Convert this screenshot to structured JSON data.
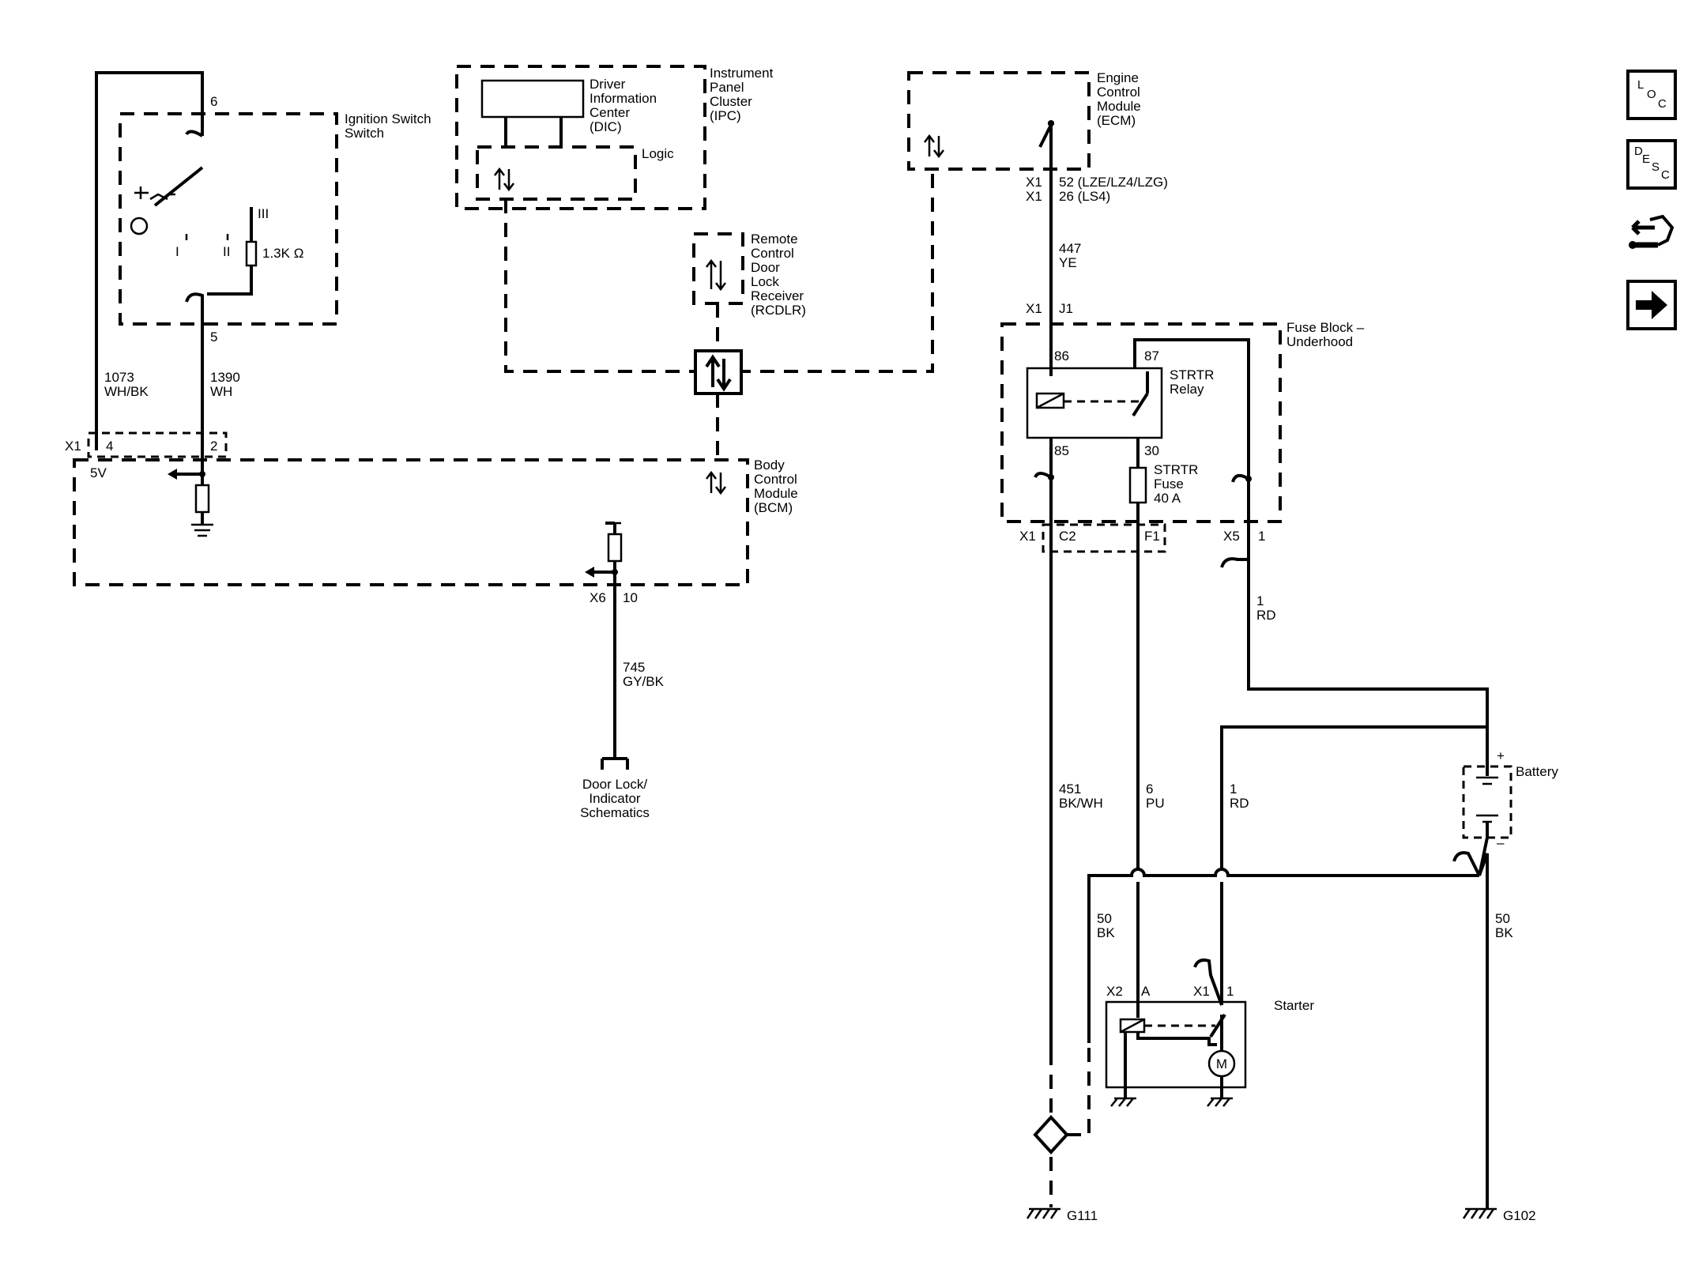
{
  "components": {
    "ignition_switch": {
      "name": "Ignition Switch",
      "pin_top": "6",
      "pin_bottom": "5",
      "pos_1": "I",
      "pos_2": "II",
      "pos_3": "III",
      "resistor": "1.3K Ω"
    },
    "ipc": {
      "l1": "Instrument",
      "l2": "Panel",
      "l3": "Cluster",
      "l4": "(IPC)",
      "dic1": "Driver",
      "dic2": "Information",
      "dic3": "Center",
      "dic4": "(DIC)",
      "logic": "Logic"
    },
    "rcdlr": {
      "l1": "Remote",
      "l2": "Control",
      "l3": "Door",
      "l4": "Lock",
      "l5": "Receiver",
      "l6": "(RCDLR)"
    },
    "ecm": {
      "l1": "Engine",
      "l2": "Control",
      "l3": "Module",
      "l4": "(ECM)"
    },
    "bcm": {
      "l1": "Body",
      "l2": "Control",
      "l3": "Module",
      "l4": "(BCM)",
      "v5": "5V"
    },
    "fuse_block": {
      "l1": "Fuse Block –",
      "l2": "Underhood",
      "relay1": "STRTR",
      "relay2": "Relay",
      "p86": "86",
      "p87": "87",
      "p85": "85",
      "p30": "30",
      "fuse1": "STRTR",
      "fuse2": "Fuse",
      "fuse3": "40 A"
    },
    "battery": {
      "name": "Battery",
      "plus": "+",
      "minus": "–"
    },
    "starter": {
      "name": "Starter",
      "motor": "M"
    },
    "door_lock_ref": {
      "l1": "Door Lock/",
      "l2": "Indicator",
      "l3": "Schematics"
    }
  },
  "connectors": {
    "ecm_x1a": "X1",
    "ecm_pin_a": "52 (LZE/LZ4/LZG)",
    "ecm_x1b": "X1",
    "ecm_pin_b": "26 (LS4)",
    "fb_x1": "X1",
    "fb_j1": "J1",
    "fb_bottom_x1": "X1",
    "fb_c2": "C2",
    "fb_f1": "F1",
    "fb_x5": "X5",
    "fb_x5_pin": "1",
    "bcm_x1": "X1",
    "bcm_pin4": "4",
    "bcm_pin2": "2",
    "bcm_x6": "X6",
    "bcm_pin10": "10",
    "starter_x2": "X2",
    "starter_a": "A",
    "starter_x1": "X1",
    "starter_1": "1"
  },
  "wires": {
    "w1073_num": "1073",
    "w1073_col": "WH/BK",
    "w1390_num": "1390",
    "w1390_col": "WH",
    "w745_num": "745",
    "w745_col": "GY/BK",
    "w447_num": "447",
    "w447_col": "YE",
    "w1a_num": "1",
    "w1a_col": "RD",
    "w451_num": "451",
    "w451_col": "BK/WH",
    "w6_num": "6",
    "w6_col": "PU",
    "w1b_num": "1",
    "w1b_col": "RD",
    "w50a_num": "50",
    "w50a_col": "BK",
    "w50b_num": "50",
    "w50b_col": "BK"
  },
  "grounds": {
    "g111": "G111",
    "g102": "G102"
  },
  "nav": {
    "loc_l": "L",
    "loc_o": "O",
    "loc_c": "C",
    "desc_d": "D",
    "desc_e": "E",
    "desc_s": "S",
    "desc_c": "C"
  }
}
